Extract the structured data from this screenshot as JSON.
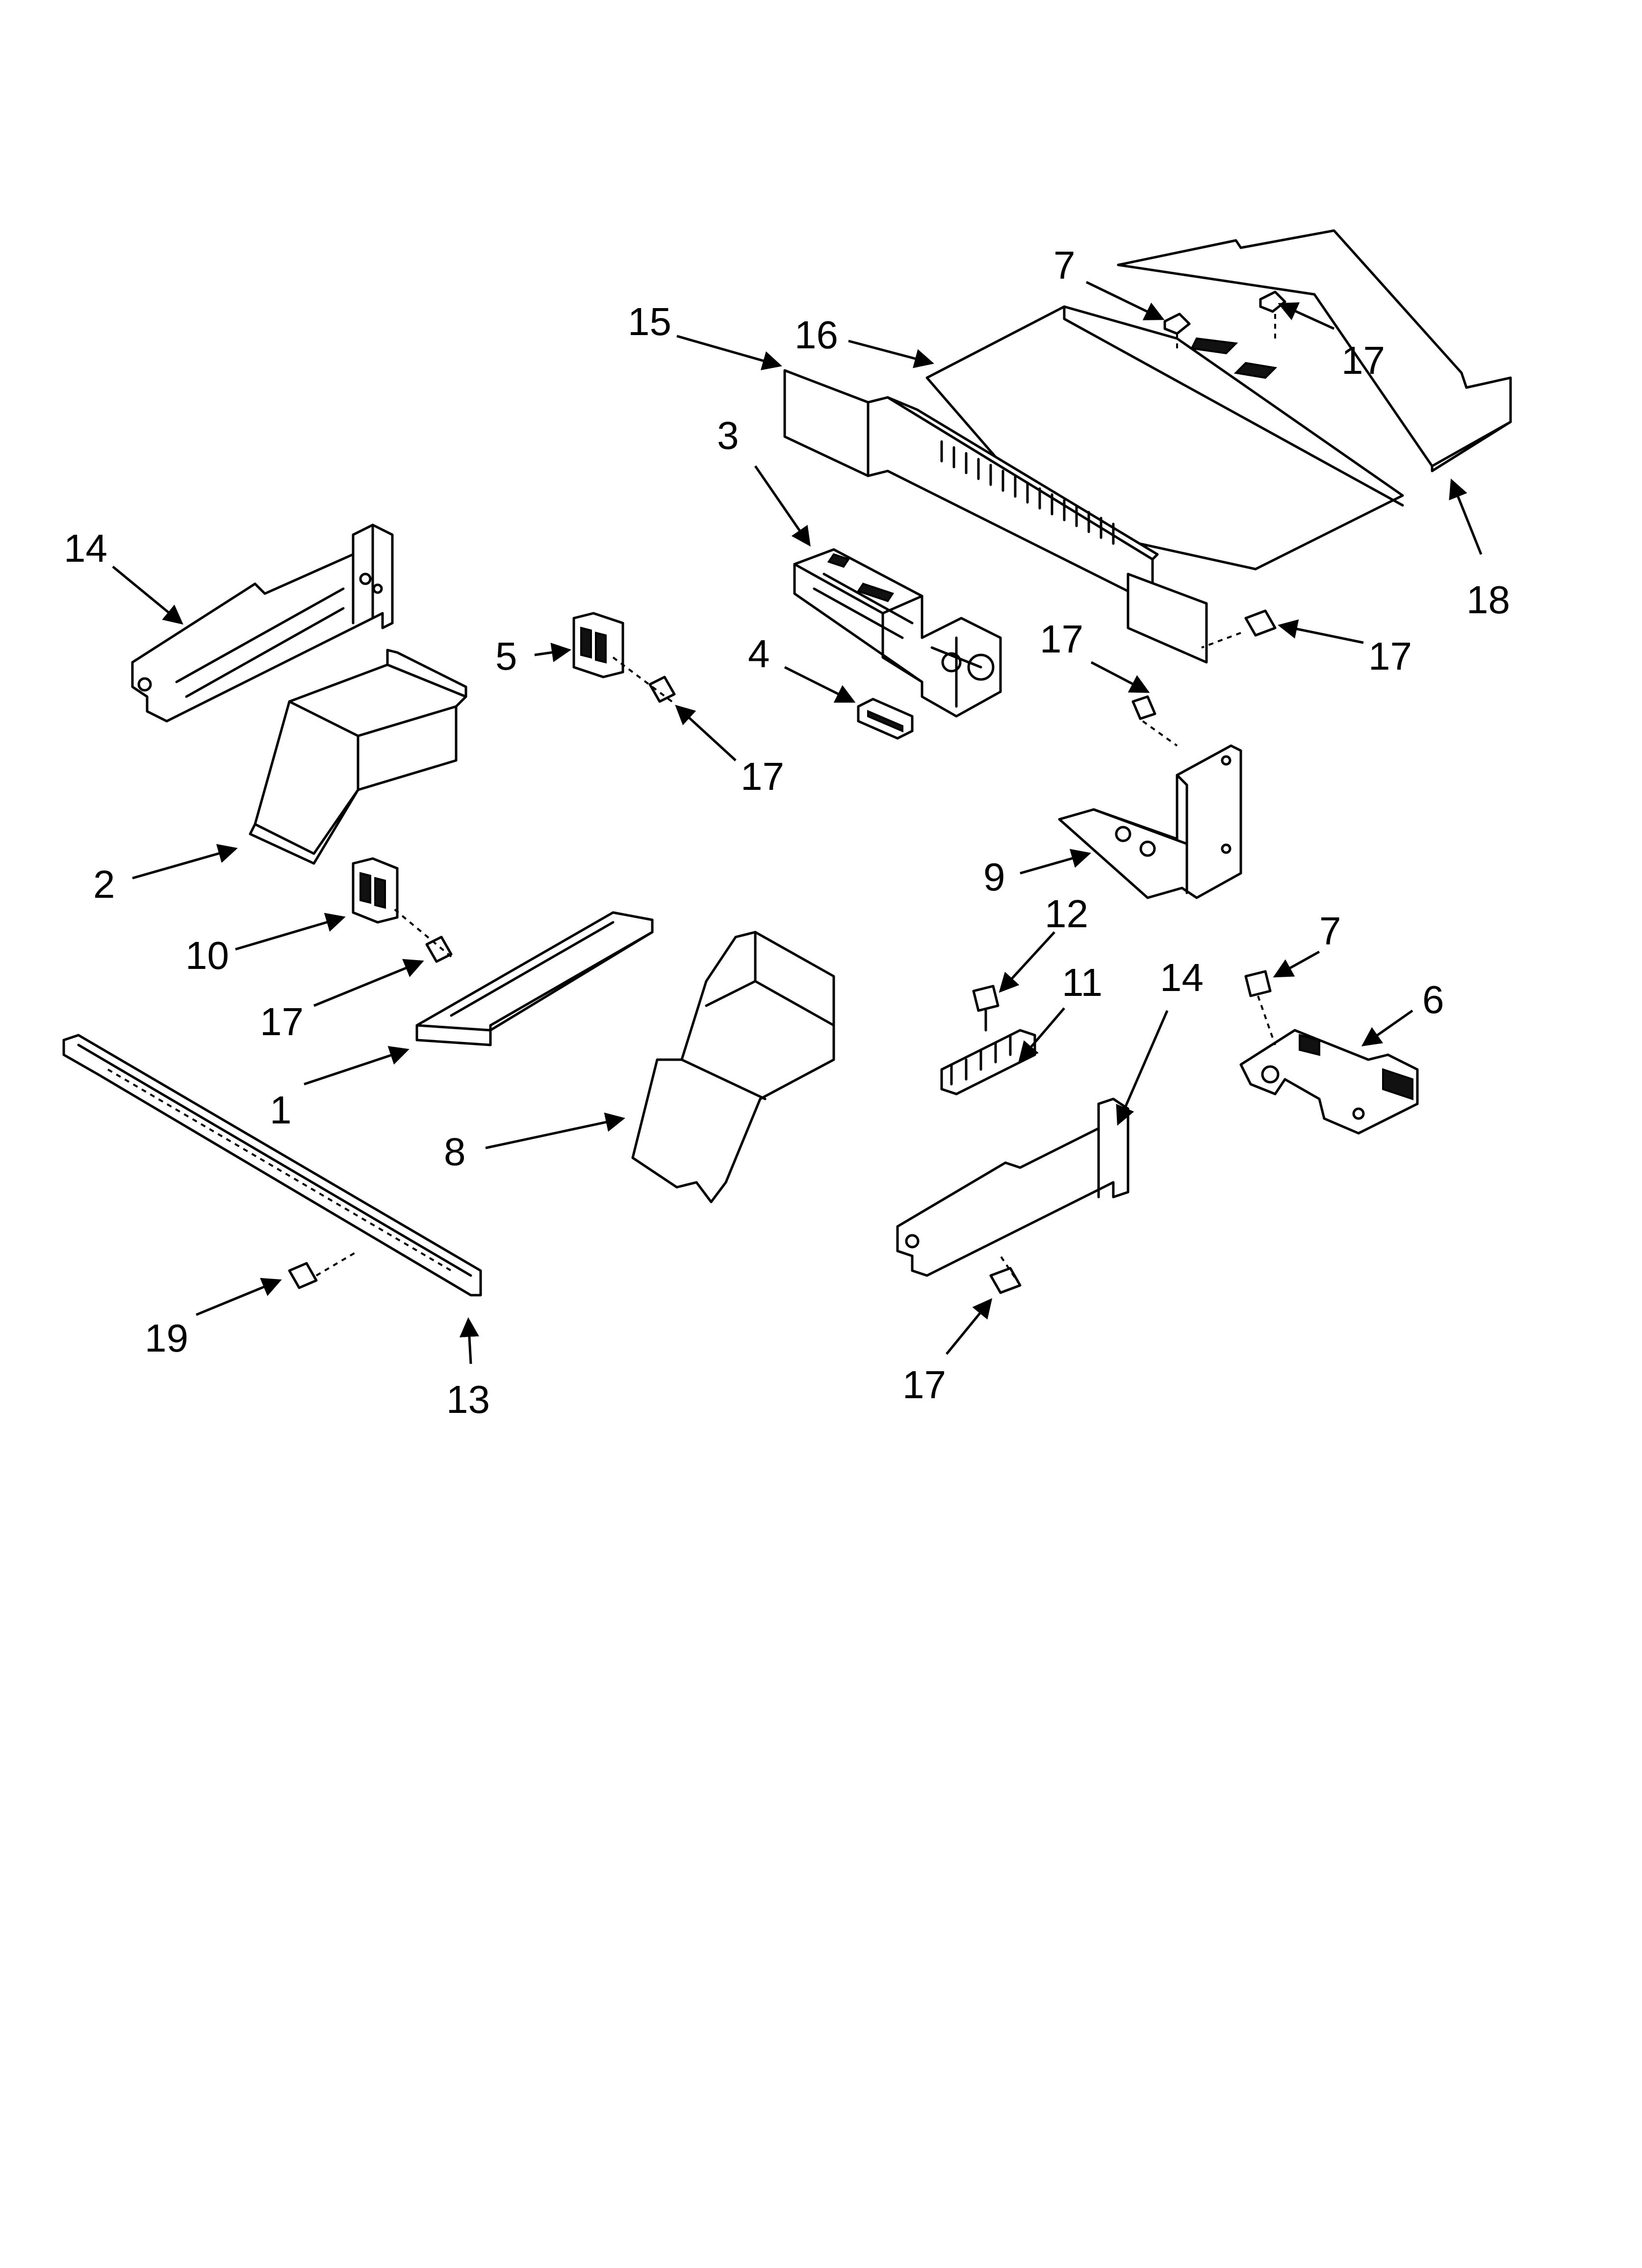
{
  "callouts": {
    "c7a": "7",
    "c15": "15",
    "c16": "16",
    "c17a": "17",
    "c3": "3",
    "c18": "18",
    "c14a": "14",
    "c5": "5",
    "c4": "4",
    "c17b": "17",
    "c17c": "17",
    "c17d": "17",
    "c2": "2",
    "c9": "9",
    "c10": "10",
    "c12": "12",
    "c11": "11",
    "c14b": "14",
    "c7b": "7",
    "c6": "6",
    "c17e": "17",
    "c1": "1",
    "c8": "8",
    "c19": "19",
    "c13": "13",
    "c17f": "17"
  }
}
